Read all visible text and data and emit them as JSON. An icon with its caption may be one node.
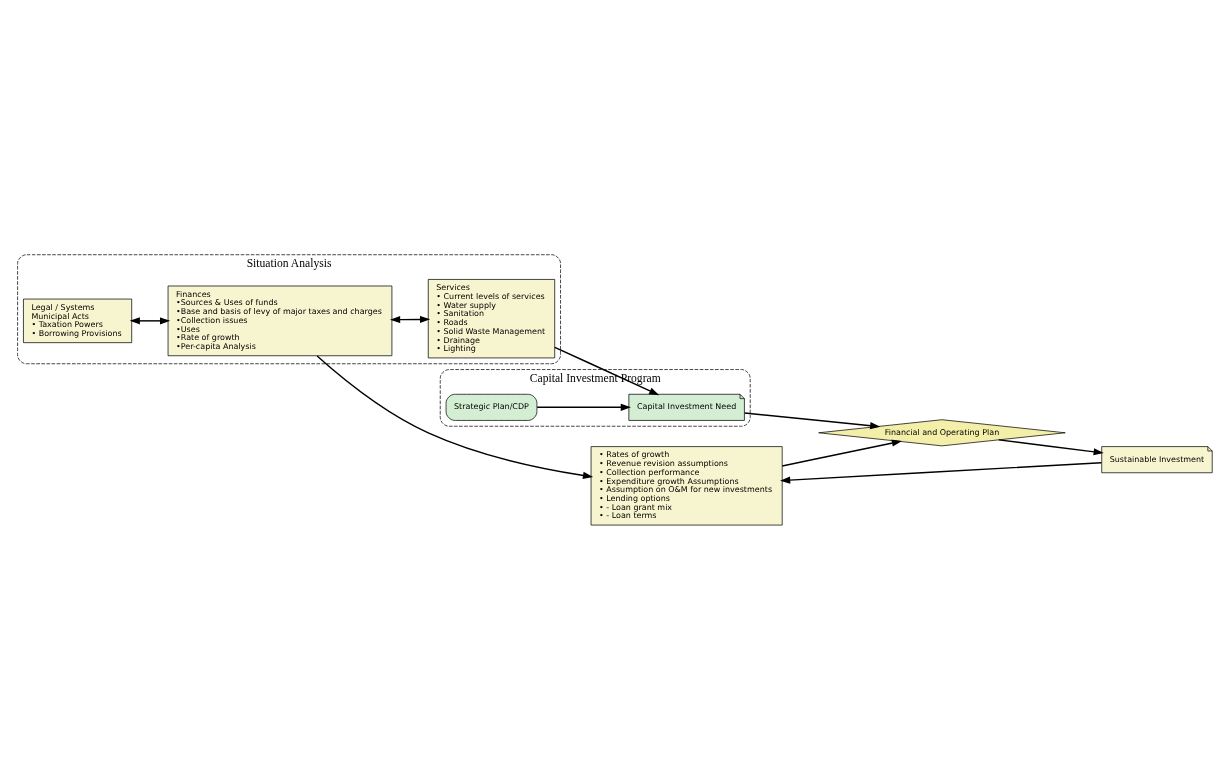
{
  "diagram": {
    "nodes": [
      {
        "text": [
          "Situation Analysis"
        ]
      },
      {
        "text": [
          "Legal / Systems",
          "Municipal Acts",
          "• Taxation Powers",
          "• Borrowing Provisions"
        ],
        "in": 0
      },
      {
        "text": [
          "Finances",
          "•Sources & Uses of funds",
          "•Base and basis of levy of major taxes and charges",
          "•Collection issues",
          "•Uses",
          "•Rate of growth",
          "•Per-capita Analysis"
        ],
        "in": 0
      },
      {
        "text": [
          "Services",
          "• Current levels of services",
          "• Water supply",
          "• Sanitation",
          "• Roads",
          "• Solid Waste Management",
          "• Drainage",
          "• Lighting"
        ],
        "in": 0
      },
      {
        "text": [
          "Capital Investment Program"
        ]
      },
      {
        "text": [
          "Strategic Plan/CDP"
        ],
        "in": 4
      },
      {
        "text": [
          "Capital Investment Need"
        ],
        "in": 4
      },
      {
        "text": [
          "• Rates of growth",
          "• Revenue revision assumptions",
          "• Collection performance",
          "• Expenditure growth Assumptions",
          "• Assumption on O&M for new investments",
          "• Lending options",
          "• - Loan grant mix",
          "• - Loan terms"
        ]
      },
      {
        "text": [
          "Financial and Operating Plan"
        ]
      },
      {
        "text": [
          "Sustainable Investment"
        ]
      }
    ],
    "edges": [
      {
        "from": 1,
        "to": 2,
        "arrow": "both"
      },
      {
        "from": 2,
        "to": 3,
        "arrow": "both"
      },
      {
        "from": 2,
        "to": 7,
        "arrow": "to"
      },
      {
        "from": 5,
        "to": 6,
        "arrow": "to"
      },
      {
        "from": 3,
        "to": 6,
        "arrow": "to"
      },
      {
        "from": 6,
        "to": 8,
        "arrow": "to"
      },
      {
        "from": 7,
        "to": 8,
        "arrow": "to"
      },
      {
        "from": 8,
        "to": 9,
        "arrow": "to"
      },
      {
        "from": 9,
        "to": 7,
        "arrow": "to"
      }
    ]
  }
}
